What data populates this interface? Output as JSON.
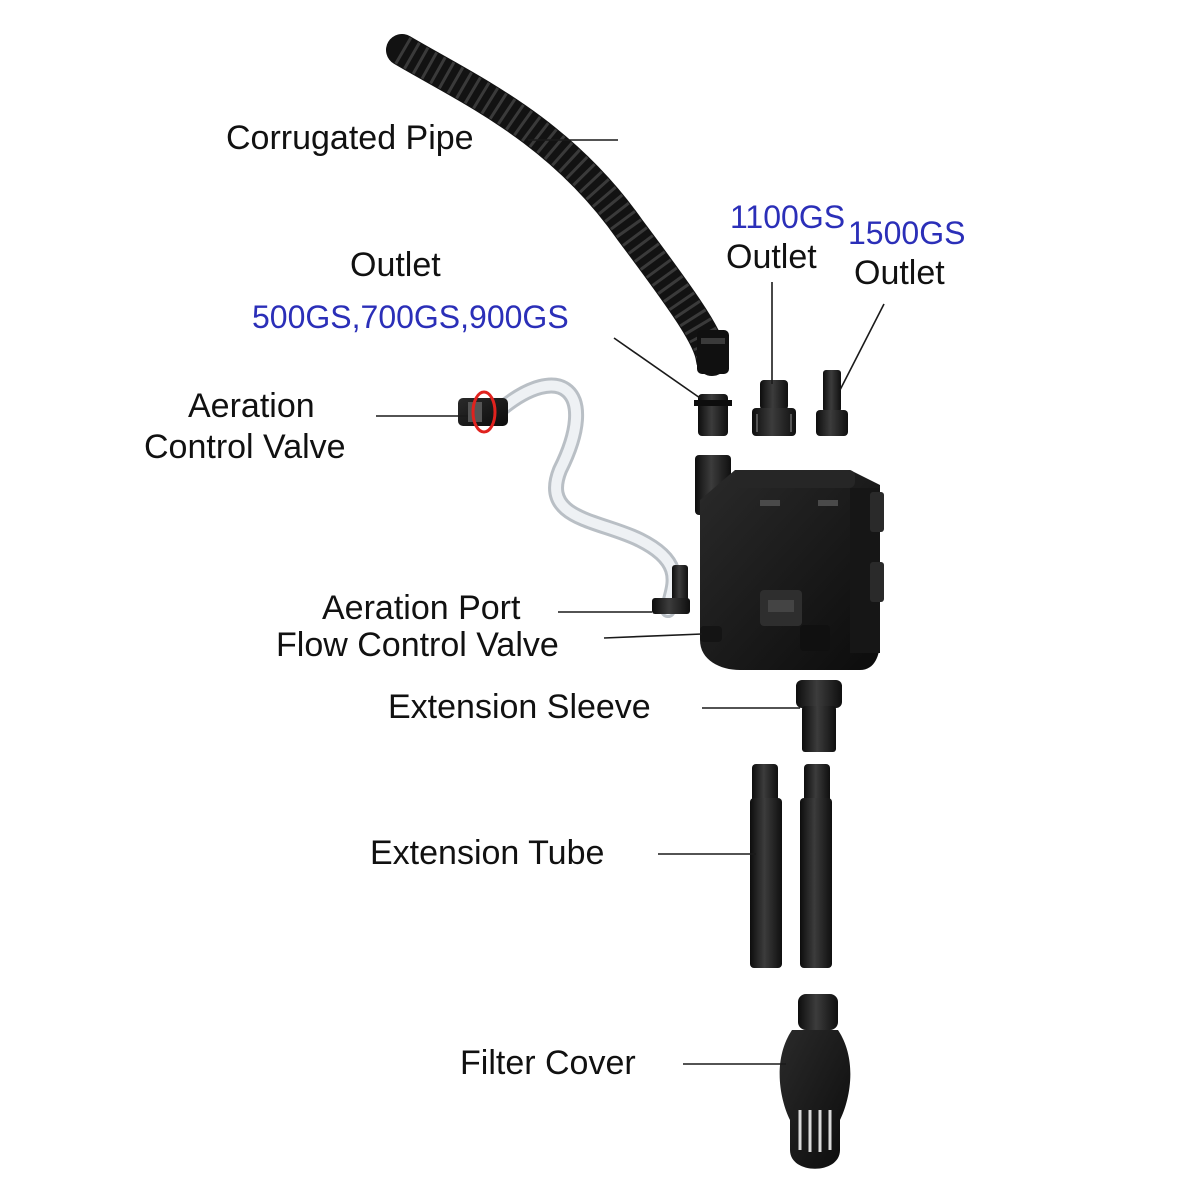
{
  "labels": {
    "corrugated_pipe": "Corrugated Pipe",
    "outlet_left": "Outlet",
    "outlet_left_models": "500GS,700GS,900GS",
    "outlet_mid_model": "1100GS",
    "outlet_mid": "Outlet",
    "outlet_right_model": "1500GS",
    "outlet_right": "Outlet",
    "aeration_control_valve_line1": "Aeration",
    "aeration_control_valve_line2": "Control Valve",
    "aeration_port": "Aeration Port",
    "flow_control_valve": "Flow Control Valve",
    "extension_sleeve": "Extension Sleeve",
    "extension_tube": "Extension Tube",
    "filter_cover": "Filter Cover"
  },
  "colors": {
    "label_text": "#111111",
    "model_text": "#2b2fb8",
    "part_black": "#1c1c1c",
    "part_highlight": "#4a4a4a",
    "tube_clear": "#e6e9ec",
    "valve_ring": "#e0221e"
  },
  "parts": [
    "corrugated-pipe",
    "outlet-nozzle-small",
    "outlet-nozzle-1100gs",
    "outlet-nozzle-1500gs",
    "aeration-tube",
    "aeration-control-valve",
    "pump-body",
    "extension-sleeve",
    "extension-tube",
    "filter-cover"
  ]
}
